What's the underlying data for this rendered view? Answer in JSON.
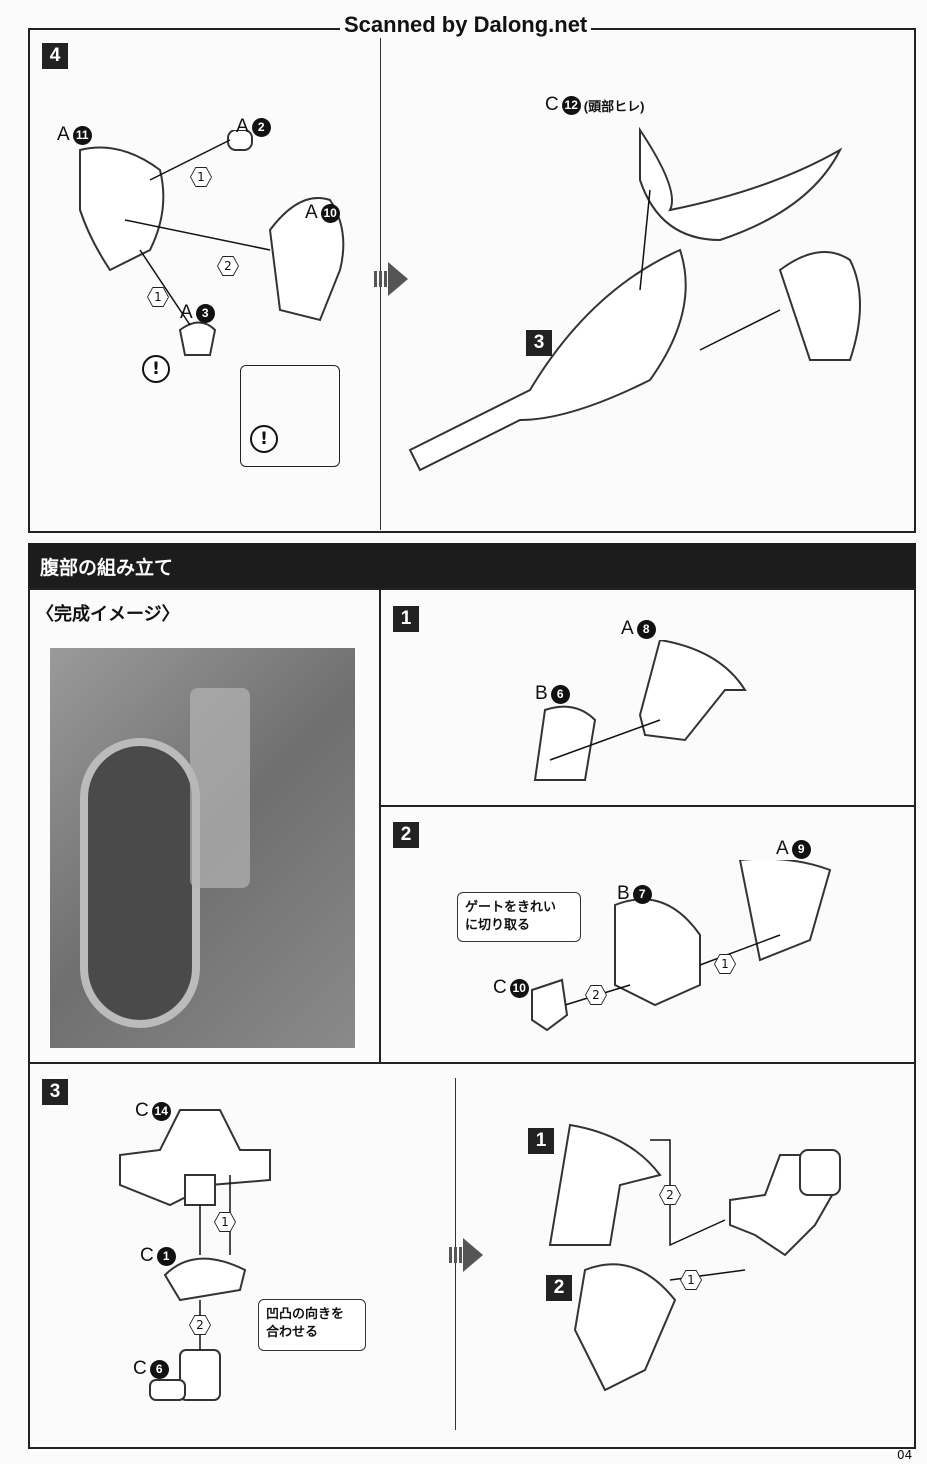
{
  "header": {
    "watermark": "Scanned by Dalong.net"
  },
  "step4": {
    "badge": "4",
    "labels": [
      {
        "letter": "A",
        "num": "11"
      },
      {
        "letter": "A",
        "num": "2"
      },
      {
        "letter": "A",
        "num": "10"
      },
      {
        "letter": "A",
        "num": "3"
      },
      {
        "letter": "C",
        "num": "12",
        "note": "(頭部ヒレ)"
      }
    ],
    "order": [
      "1",
      "2",
      "1"
    ],
    "result_badge": "3",
    "warning": "!"
  },
  "section": {
    "title": "腹部の組み立て",
    "completed_title": "〈完成イメージ〉"
  },
  "step1": {
    "badge": "1",
    "labels": [
      {
        "letter": "A",
        "num": "8"
      },
      {
        "letter": "B",
        "num": "6"
      }
    ]
  },
  "step2": {
    "badge": "2",
    "labels": [
      {
        "letter": "A",
        "num": "9"
      },
      {
        "letter": "B",
        "num": "7"
      },
      {
        "letter": "C",
        "num": "10"
      }
    ],
    "callout": [
      "ゲートをきれい",
      "に切り取る"
    ],
    "order": [
      "2",
      "1"
    ]
  },
  "step3": {
    "badge": "3",
    "labels": [
      {
        "letter": "C",
        "num": "14"
      },
      {
        "letter": "C",
        "num": "1"
      },
      {
        "letter": "C",
        "num": "6"
      }
    ],
    "callout": [
      "凹凸の向きを",
      "合わせる"
    ],
    "order": [
      "1",
      "2",
      "2",
      "1"
    ],
    "result_badges": [
      "1",
      "2"
    ]
  },
  "footer": {
    "page_number": "04"
  }
}
